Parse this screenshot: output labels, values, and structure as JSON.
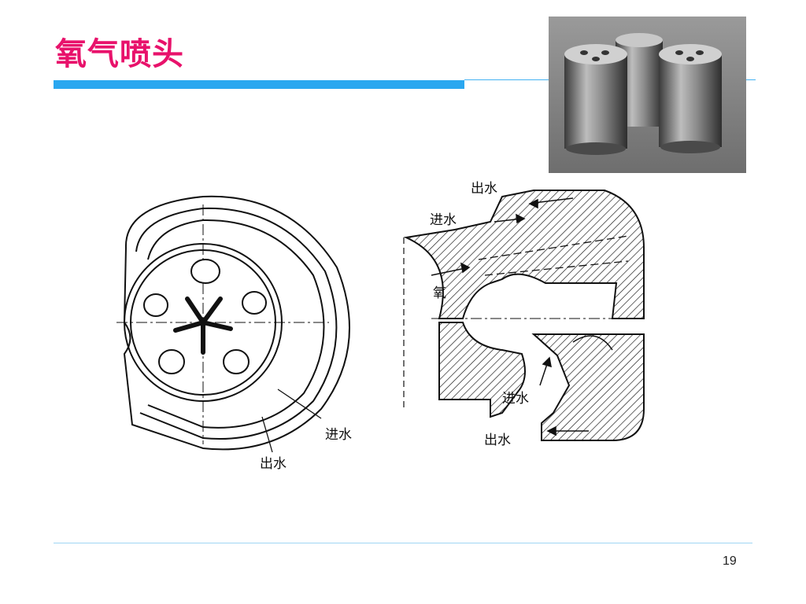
{
  "slide": {
    "title": "氧气喷头",
    "page_number": "19"
  },
  "labels": {
    "left_water_in": "进水",
    "left_water_out": "出水",
    "right_water_out_top": "出水",
    "right_water_in_top": "进水",
    "right_oxygen": "氧",
    "right_water_in_bottom": "进水",
    "right_water_out_bottom": "出水"
  },
  "colors": {
    "title": "#e8126b",
    "accent_bar": "#2aa7f0",
    "divider": "#9fd6f4"
  }
}
